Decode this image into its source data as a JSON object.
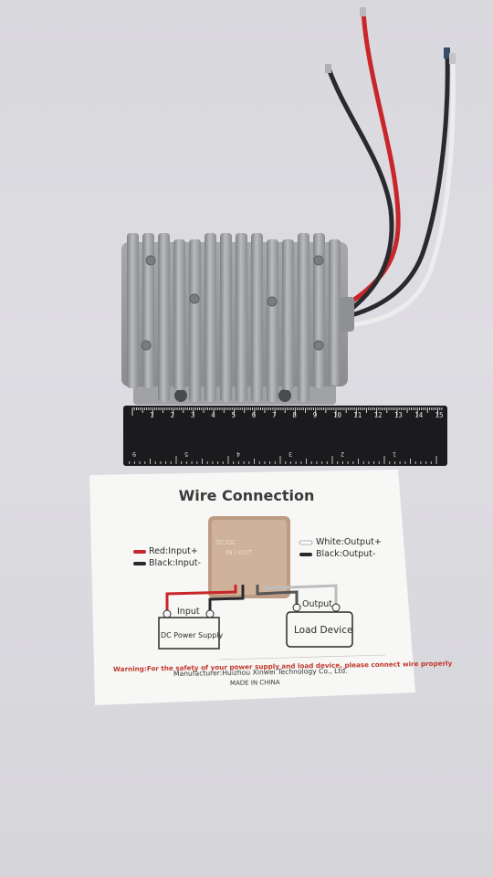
{
  "card": {
    "title": "Wire Connection",
    "input_red_label": "Red:Input+",
    "input_black_label": "Black:Input-",
    "output_white_label": "White:Output+",
    "output_black_label": "Black:Output-",
    "input_box_label": "Input",
    "output_box_label": "Output",
    "power_supply_label": "DC Power Supply",
    "load_device_label": "Load Device",
    "warning": "Warning:For the safety of your power supply and load device, please connect wire properly",
    "manufacturer": "Manufacturer:Huizhou Xinwei Technology Co., Ltd.",
    "made_in": "MADE IN CHINA",
    "chip_model": "DC/DC",
    "chip_io": "IN / OUT"
  },
  "ruler": {
    "top_numbers": [
      "1",
      "2",
      "3",
      "4",
      "5",
      "6",
      "7",
      "8",
      "9",
      "10",
      "11",
      "12",
      "13",
      "14",
      "15"
    ],
    "bottom_numbers": [
      "9",
      "5",
      "4",
      "3",
      "2",
      "1"
    ]
  },
  "colors": {
    "wire_red": "#c8262a",
    "wire_black": "#2a2a2e",
    "wire_white": "#ededed",
    "housing": "#9c9ea2",
    "ruler": "#1b1b1d",
    "card": "#f7f7f5",
    "warning_text": "#c0392b"
  }
}
